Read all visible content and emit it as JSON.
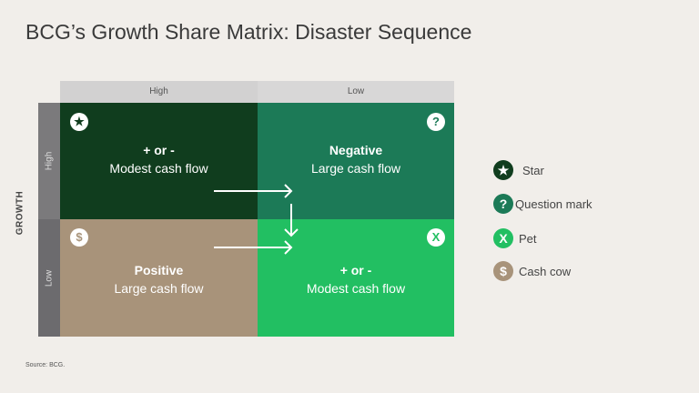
{
  "title": "BCG’s Growth Share Matrix: Disaster Sequence",
  "columns": [
    "High",
    "Low"
  ],
  "rows": [
    "High",
    "Low"
  ],
  "growth_label": "GROWTH",
  "cells": {
    "star": {
      "bold": "+ or -",
      "sub": "Modest cash flow",
      "icon": "★",
      "color": "#103d1e"
    },
    "question": {
      "bold": "Negative",
      "sub": "Large cash flow",
      "icon": "?",
      "color": "#1c7a57"
    },
    "cow": {
      "bold": "Positive",
      "sub": "Large cash flow",
      "icon": "$",
      "color": "#a8937a"
    },
    "pet": {
      "bold": "+ or -",
      "sub": "Modest cash flow",
      "icon": "X",
      "color": "#22bf62"
    }
  },
  "legend": [
    {
      "icon": "★",
      "label": "Star",
      "color": "#103d1e"
    },
    {
      "icon": "?",
      "label": "Question mark",
      "color": "#1c7a57"
    },
    {
      "icon": "X",
      "label": "Pet",
      "color": "#22bf62"
    },
    {
      "icon": "$",
      "label": "Cash cow",
      "color": "#a8937a"
    }
  ],
  "source": "Source: BCG."
}
